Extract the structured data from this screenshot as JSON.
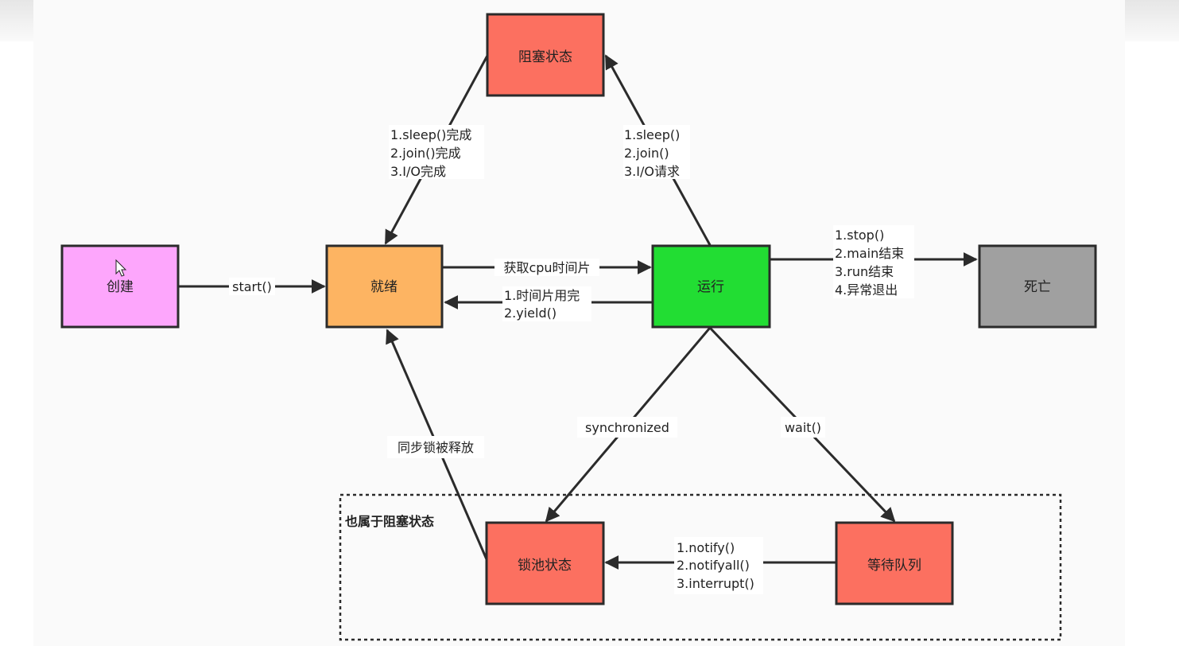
{
  "colors": {
    "create": "#fda6fc",
    "ready": "#fdb462",
    "running": "#22dd33",
    "dead": "#a0a0a0",
    "blocked": "#fc7060",
    "edge": "#2b2b2b"
  },
  "nodes": {
    "create": "创建",
    "ready": "就绪",
    "running": "运行",
    "dead": "死亡",
    "blocked": "阻塞状态",
    "lock_pool": "锁池状态",
    "wait_queue": "等待队列"
  },
  "group": {
    "label": "也属于阻塞状态"
  },
  "edges": {
    "start": "start()",
    "acquire_cpu": "获取cpu时间片",
    "timeslice_done": [
      "1.时间片用完",
      "2.yield()"
    ],
    "to_blocked": [
      "1.sleep()",
      "2.join()",
      "3.I/O请求"
    ],
    "from_blocked": [
      "1.sleep()完成",
      "2.join()完成",
      "3.I/O完成"
    ],
    "to_dead": [
      "1.stop()",
      "2.main结束",
      "3.run结束",
      "4.异常退出"
    ],
    "synchronized": "synchronized",
    "wait": "wait()",
    "notify": [
      "1.notify()",
      "2.notifyall()",
      "3.interrupt()"
    ],
    "lock_released": "同步锁被释放"
  }
}
